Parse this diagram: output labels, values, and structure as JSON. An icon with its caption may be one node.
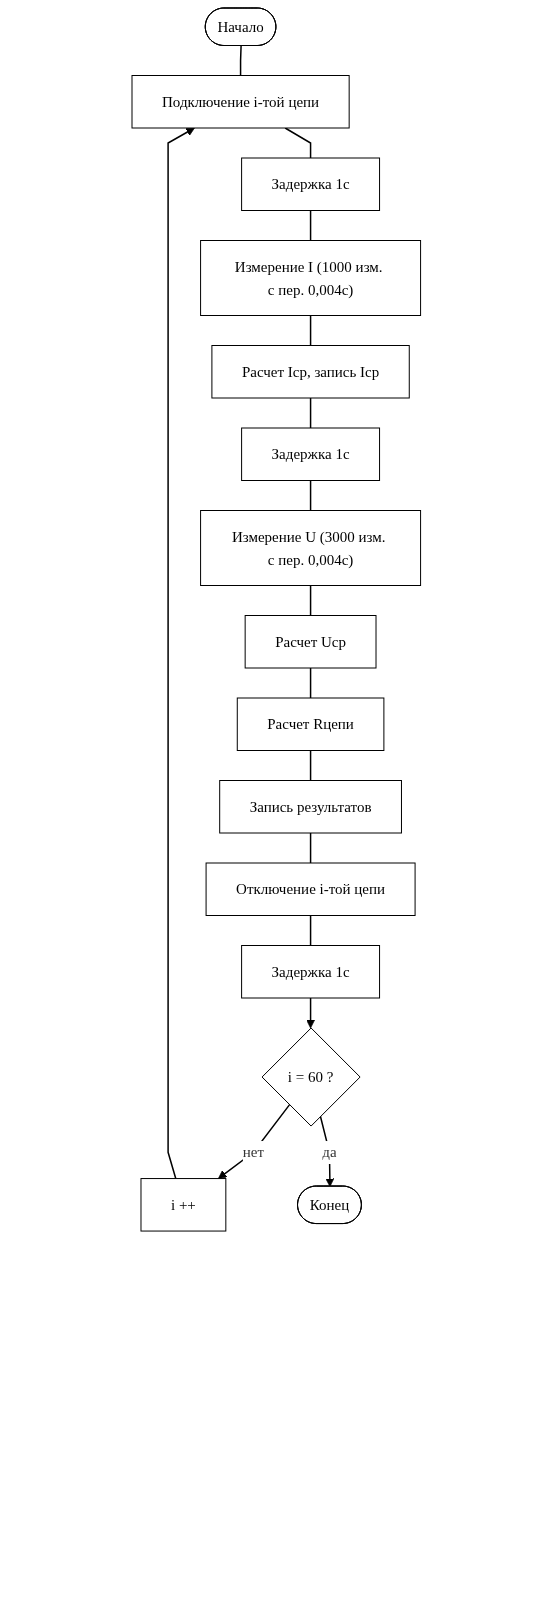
{
  "diagram": {
    "nodes": [
      {
        "text": [
          "Начало"
        ]
      },
      {
        "text": [
          "Подключение i-той цепи"
        ]
      },
      {
        "text": [
          "Задержка 1с"
        ]
      },
      {
        "text": [
          "Измерение I (1000 изм. с пер. 0,004с)"
        ]
      },
      {
        "text": [
          "Расчет Iср, запись Iср"
        ]
      },
      {
        "text": [
          "Задержка 1с"
        ]
      },
      {
        "text": [
          "Измерение U (3000 изм. с пер. 0,004с)"
        ]
      },
      {
        "text": [
          "Расчет Uср"
        ]
      },
      {
        "text": [
          "Расчет Rцепи"
        ]
      },
      {
        "text": [
          "Запись результатов"
        ]
      },
      {
        "text": [
          "Отключение i-той цепи"
        ]
      },
      {
        "text": [
          "Задержка 1с"
        ]
      },
      {
        "text": [
          "i = 60 ?"
        ]
      },
      {
        "text": [
          "i ++"
        ]
      },
      {
        "text": [
          "Конец"
        ]
      }
    ],
    "edges": [
      {
        "from": 0,
        "to": 1,
        "arrow": "none"
      },
      {
        "from": 1,
        "to": 2,
        "arrow": "none"
      },
      {
        "from": 2,
        "to": 3,
        "arrow": "none"
      },
      {
        "from": 3,
        "to": 4,
        "arrow": "none"
      },
      {
        "from": 4,
        "to": 5,
        "arrow": "none"
      },
      {
        "from": 5,
        "to": 6,
        "arrow": "none"
      },
      {
        "from": 6,
        "to": 7,
        "arrow": "none"
      },
      {
        "from": 7,
        "to": 8,
        "arrow": "none"
      },
      {
        "from": 8,
        "to": 9,
        "arrow": "none"
      },
      {
        "from": 9,
        "to": 10,
        "arrow": "none"
      },
      {
        "from": 10,
        "to": 11,
        "arrow": "none"
      },
      {
        "from": 11,
        "to": 12,
        "arrow": "to"
      },
      {
        "from": 12,
        "to": 13,
        "arrow": "to",
        "label": "нет"
      },
      {
        "from": 12,
        "to": 14,
        "arrow": "to",
        "label": "да"
      },
      {
        "from": 13,
        "to": 1,
        "arrow": "to"
      }
    ]
  }
}
